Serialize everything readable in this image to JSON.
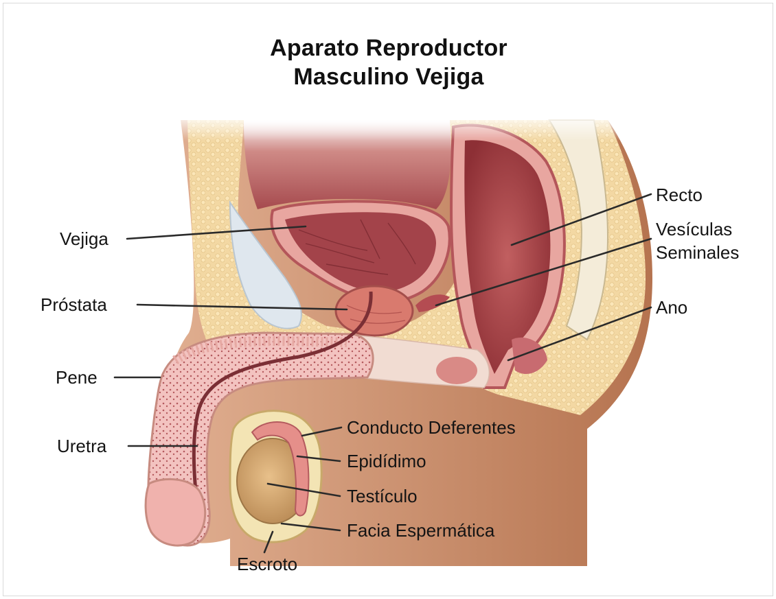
{
  "title": {
    "line1": "Aparato Reproductor",
    "line2": "Masculino Vejiga"
  },
  "labels": {
    "vejiga": "Vejiga",
    "prostata": "Próstata",
    "pene": "Pene",
    "uretra": "Uretra",
    "recto": "Recto",
    "vesiculas_1": "Vesículas",
    "vesiculas_2": "Seminales",
    "ano": "Ano",
    "conducto": "Conducto Deferentes",
    "epididimo": "Epidídimo",
    "testiculo": "Testículo",
    "facia": "Facia Espermática",
    "escroto": "Escroto"
  },
  "colors": {
    "skin": "#c98a6a",
    "fat": "#f0d49a",
    "tissue": "#a3434a",
    "muscle_pink": "#e8a6a0",
    "label_text": "#141414",
    "leader_line": "#2a2a2a"
  }
}
